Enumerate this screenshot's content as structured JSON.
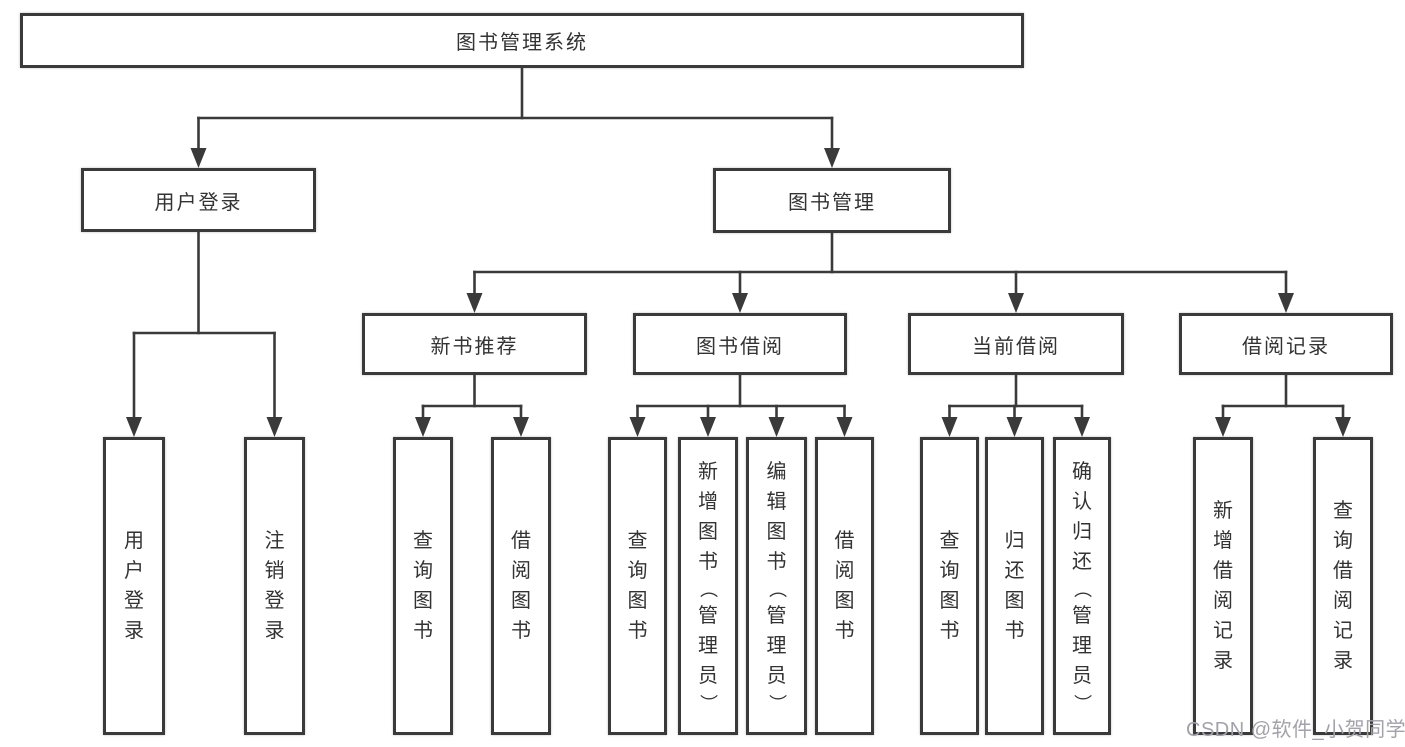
{
  "diagram": {
    "root": {
      "label": "图书管理系统"
    },
    "level2": [
      {
        "id": "user-login",
        "label": "用户登录"
      },
      {
        "id": "book-mgmt",
        "label": "图书管理"
      }
    ],
    "level3": [
      {
        "id": "new-books",
        "label": "新书推荐"
      },
      {
        "id": "book-borrow",
        "label": "图书借阅"
      },
      {
        "id": "current-borrow",
        "label": "当前借阅"
      },
      {
        "id": "borrow-records",
        "label": "借阅记录"
      }
    ],
    "level4": {
      "user-login": [
        "用户登录",
        "注销登录"
      ],
      "new-books": [
        "查询图书",
        "借阅图书"
      ],
      "book-borrow": [
        "查询图书",
        "新增图书（管理员）",
        "编辑图书（管理员）",
        "借阅图书"
      ],
      "current-borrow": [
        "查询图书",
        "归还图书",
        "确认归还（管理员）"
      ],
      "borrow-records": [
        "新增借阅记录",
        "查询借阅记录"
      ]
    }
  },
  "watermark": {
    "text": "CSDN @软件_小贺同学"
  },
  "colors": {
    "line": "#3a3a3a",
    "box_border": "#3a3a3a",
    "box_fill": "#ffffff",
    "text": "#333333",
    "background": "#ffffff",
    "watermark": "#a2a2aa"
  }
}
